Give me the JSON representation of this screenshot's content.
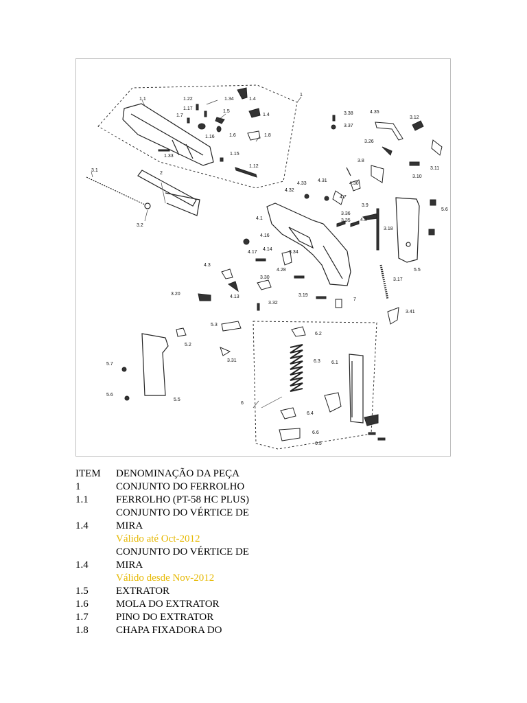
{
  "diagram": {
    "labels": [
      "1",
      "1.1",
      "1.22",
      "1.17",
      "1.7",
      "1.16",
      "1.5",
      "1.6",
      "1.34",
      "1.4",
      "1.8",
      "1.15",
      "1.33",
      "1.12",
      "2",
      "3.1",
      "3.2",
      "3.38",
      "3.37",
      "4.35",
      "3.12",
      "3.26",
      "3.11",
      "3.10",
      "3.8",
      "4.33",
      "4.31",
      "4.30",
      "4.32",
      "4.7",
      "3.9",
      "3.36",
      "3.35",
      "4.8",
      "5.6",
      "4.1",
      "3.18",
      "5.5",
      "4.16",
      "4.17",
      "4.14",
      "3.34",
      "4.3",
      "4.28",
      "3.17",
      "3.30",
      "4.13",
      "3.20",
      "3.19",
      "7",
      "3.32",
      "3.41",
      "5.3",
      "5.2",
      "3.31",
      "6.2",
      "6.3",
      "6.1",
      "5.7",
      "5.6",
      "5.5",
      "6",
      "6.4",
      "6.6",
      "6.5"
    ]
  },
  "table": {
    "header": {
      "item": "ITEM",
      "name": "DENOMINAÇÃO DA PEÇA"
    },
    "rows": [
      {
        "item": "1",
        "name": "CONJUNTO DO FERROLHO"
      },
      {
        "item": "1.1",
        "name": "FERROLHO (PT-58 HC PLUS)"
      },
      {
        "item": "1.4",
        "name": "CONJUNTO DO VÉRTICE DE MIRA",
        "note": "Válido até Oct-2012"
      },
      {
        "item": "1.4",
        "name": "CONJUNTO DO VÉRTICE DE MIRA",
        "note": "Válido desde Nov-2012"
      },
      {
        "item": "1.5",
        "name": "EXTRATOR"
      },
      {
        "item": "1.6",
        "name": "MOLA DO EXTRATOR"
      },
      {
        "item": "1.7",
        "name": "PINO DO EXTRATOR"
      },
      {
        "item": "1.8",
        "name": "CHAPA FIXADORA DO"
      }
    ]
  },
  "colors": {
    "note": "#e6b800",
    "border": "#bdbdbd"
  }
}
